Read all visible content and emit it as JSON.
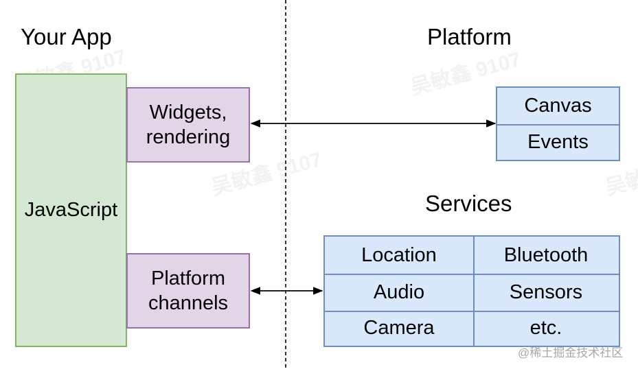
{
  "headings": {
    "your_app": "Your App",
    "platform": "Platform",
    "services": "Services"
  },
  "app": {
    "main_box": "JavaScript",
    "widgets_box": "Widgets,\nrendering",
    "channels_box": "Platform\nchannels"
  },
  "platform": {
    "items": [
      "Canvas",
      "Events"
    ]
  },
  "services": {
    "cells": [
      "Location",
      "Bluetooth",
      "Audio",
      "Sensors",
      "Camera",
      "etc."
    ]
  },
  "watermark": "@稀土掘金技术社区",
  "colors": {
    "green_fill": "#d5e8d4",
    "green_border": "#82b366",
    "purple_fill": "#e1d5e7",
    "purple_border": "#9673a6",
    "blue_fill": "#dae8fc",
    "blue_border": "#6c8ebf"
  }
}
